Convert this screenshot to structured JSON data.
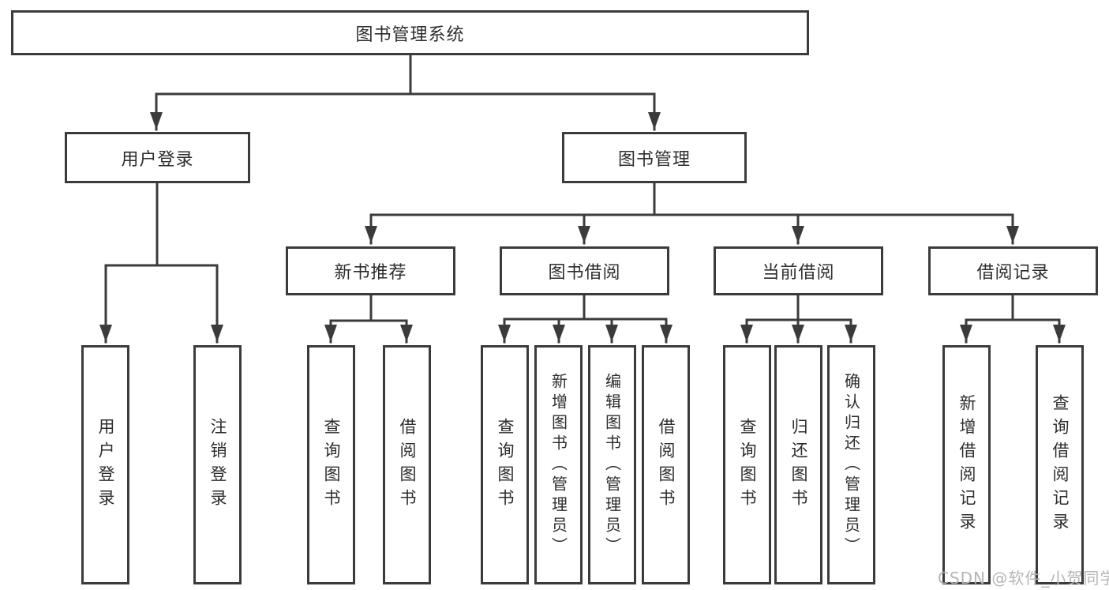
{
  "colors": {
    "line": "#3b3b3b",
    "box_border": "#3b3b3b",
    "text": "#2d2d2d",
    "background": "#ffffff",
    "watermark": "#b5b5b5"
  },
  "watermark": "CSDN @软件_小贺同学",
  "diagram": {
    "root": "图书管理系统",
    "user_login": {
      "label": "用户登录",
      "children": [
        "用户登录",
        "注销登录"
      ]
    },
    "book_mgmt": {
      "label": "图书管理",
      "modules": {
        "new_books": {
          "label": "新书推荐",
          "children": [
            "查询图书",
            "借阅图书"
          ]
        },
        "book_borrow": {
          "label": "图书借阅",
          "children": [
            "查询图书",
            "新增图书（管理员）",
            "编辑图书（管理员）",
            "借阅图书"
          ]
        },
        "current_borrow": {
          "label": "当前借阅",
          "children": [
            "查询图书",
            "归还图书",
            "确认归还（管理员）"
          ]
        },
        "borrow_records": {
          "label": "借阅记录",
          "children": [
            "新增借阅记录",
            "查询借阅记录"
          ]
        }
      }
    }
  }
}
